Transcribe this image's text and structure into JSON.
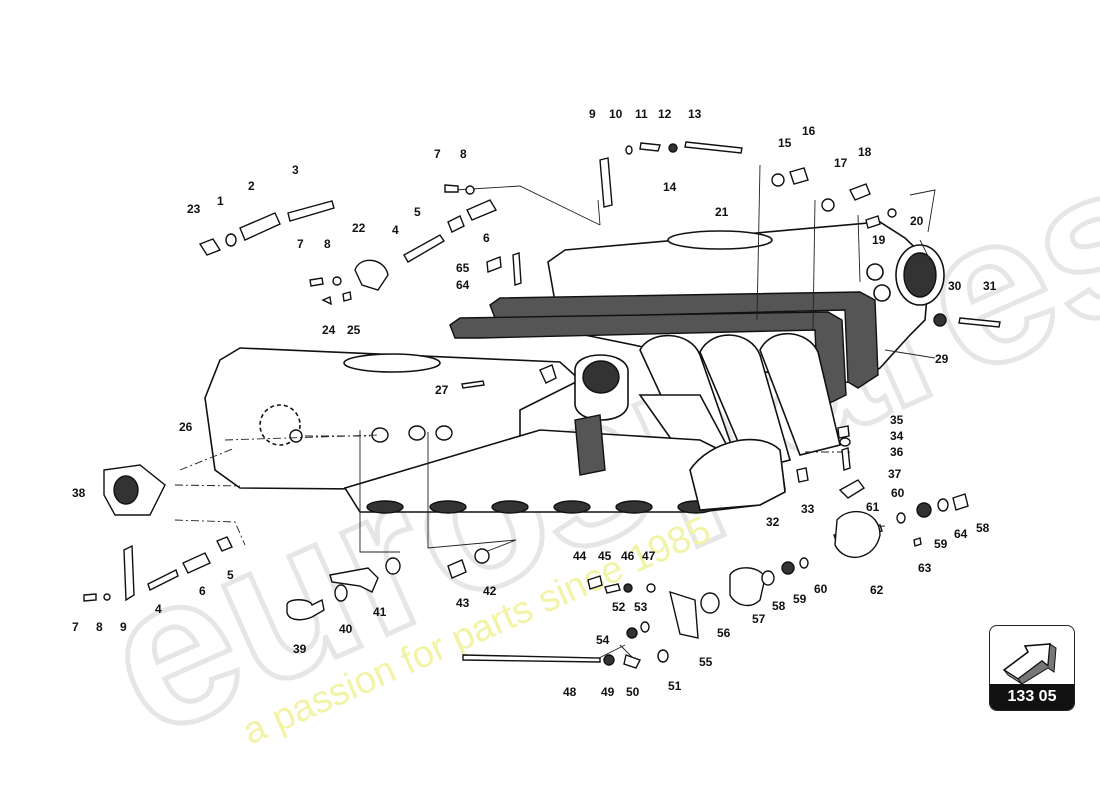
{
  "watermark": {
    "brand": "euro",
    "brand2": "spares",
    "tagline": "a passion for parts since 1985"
  },
  "reference": {
    "code": "133 05",
    "icon": "direction-arrow-icon"
  },
  "parts": {
    "p1": "1",
    "p2": "2",
    "p3": "3",
    "p4a": "4",
    "p4b": "4",
    "p5a": "5",
    "p5b": "5",
    "p6a": "6",
    "p6b": "6",
    "p7a": "7",
    "p7b": "7",
    "p7c": "7",
    "p8a": "8",
    "p8b": "8",
    "p8c": "8",
    "p9a": "9",
    "p9b": "9",
    "p10": "10",
    "p11": "11",
    "p12": "12",
    "p13": "13",
    "p14": "14",
    "p15": "15",
    "p16": "16",
    "p17": "17",
    "p18": "18",
    "p19": "19",
    "p20": "20",
    "p21": "21",
    "p22": "22",
    "p23": "23",
    "p24": "24",
    "p25": "25",
    "p26": "26",
    "p27": "27",
    "p29": "29",
    "p30": "30",
    "p31": "31",
    "p32": "32",
    "p33": "33",
    "p34": "34",
    "p35": "35",
    "p36": "36",
    "p37": "37",
    "p38": "38",
    "p39": "39",
    "p40": "40",
    "p41": "41",
    "p42": "42",
    "p43": "43",
    "p44": "44",
    "p45": "45",
    "p46": "46",
    "p47": "47",
    "p48": "48",
    "p49": "49",
    "p50": "50",
    "p51": "51",
    "p52": "52",
    "p53": "53",
    "p54": "54",
    "p55": "55",
    "p56": "56",
    "p57": "57",
    "p58a": "58",
    "p58b": "58",
    "p59a": "59",
    "p59b": "59",
    "p60a": "60",
    "p60b": "60",
    "p61": "61",
    "p62": "62",
    "p63": "63",
    "p64a": "64",
    "p64b": "64",
    "p65": "65"
  }
}
